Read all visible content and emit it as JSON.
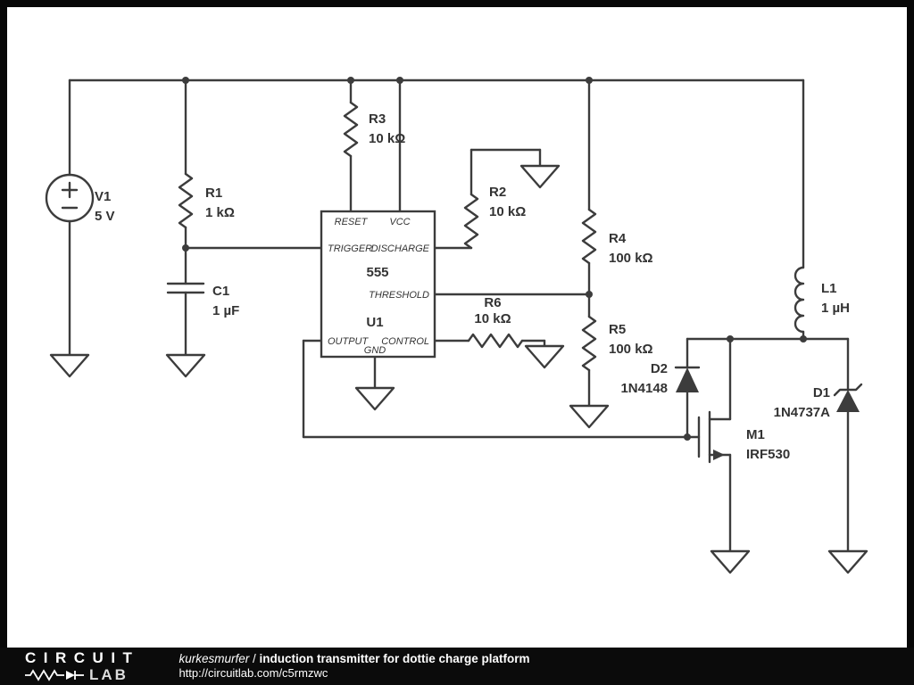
{
  "schematic": {
    "components": {
      "v1": {
        "ref": "V1",
        "value": "5 V"
      },
      "r1": {
        "ref": "R1",
        "value": "1 kΩ"
      },
      "c1": {
        "ref": "C1",
        "value": "1 µF"
      },
      "r2": {
        "ref": "R2",
        "value": "10 kΩ"
      },
      "r3": {
        "ref": "R3",
        "value": "10 kΩ"
      },
      "r4": {
        "ref": "R4",
        "value": "100 kΩ"
      },
      "r5": {
        "ref": "R5",
        "value": "100 kΩ"
      },
      "r6": {
        "ref": "R6",
        "value": "10 kΩ"
      },
      "l1": {
        "ref": "L1",
        "value": "1 µH"
      },
      "d1": {
        "ref": "D1",
        "value": "1N4737A"
      },
      "d2": {
        "ref": "D2",
        "value": "1N4148"
      },
      "m1": {
        "ref": "M1",
        "value": "IRF530"
      },
      "u1": {
        "ref": "U1",
        "part": "555"
      }
    },
    "ic_pins": {
      "reset": "RESET",
      "vcc": "VCC",
      "trigger": "TRIGGER",
      "discharge": "DISCHARGE",
      "threshold": "THRESHOLD",
      "output": "OUTPUT",
      "gnd": "GND",
      "control": "CONTROL"
    }
  },
  "footer": {
    "logo_top": "CIRCUIT",
    "logo_bottom": "LAB",
    "author": "kurkesmurfer",
    "separator": " / ",
    "circuit_title": "induction transmitter for dottie charge platform",
    "url": "http://circuitlab.com/c5rmzwc"
  },
  "colors": {
    "wire": "#3c3c3c",
    "label": "#333333",
    "footer_bg": "#0b0b0b"
  }
}
